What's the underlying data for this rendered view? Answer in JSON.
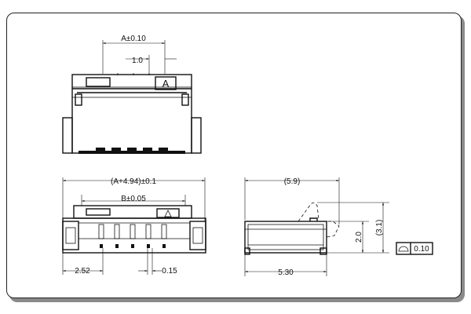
{
  "dimensions": {
    "top_pitch_tol": "A±0.10",
    "top_pitch": "1.0",
    "front_overall": "(A+4.94)±0.1",
    "front_inner": "B±0.05",
    "front_left_offset": "2.52",
    "front_pin_width": "0.15",
    "side_overall": "(5.9)",
    "side_height": "2.0",
    "side_open_height": "(3.1)",
    "side_depth": "5.30"
  },
  "markings": {
    "pin1_mark": "A",
    "tolerance_value": "0.10"
  }
}
